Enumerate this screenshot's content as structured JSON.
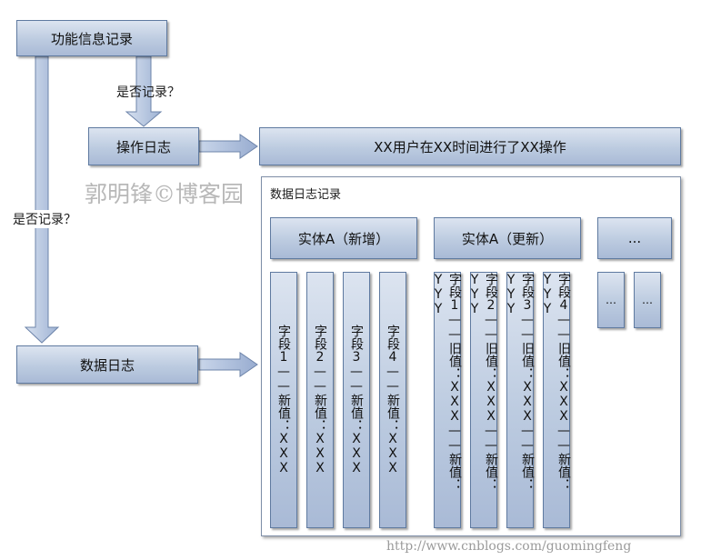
{
  "nodes": {
    "feature_log": "功能信息记录",
    "operation_log": "操作日志",
    "operation_detail": "XX用户在XX时间进行了XX操作",
    "data_log": "数据日志"
  },
  "edge_labels": {
    "record_q1": "是否记录？",
    "record_q2": "是否记录？"
  },
  "panel": {
    "title": "数据日志记录",
    "entity_new": "实体A（新增）",
    "entity_update": "实体A（更新）",
    "entity_more": "...",
    "new_fields": [
      "字段1——新值：XXX",
      "字段2——新值：XXX",
      "字段3——新值：XXX",
      "字段4——新值：XXX"
    ],
    "update_fields": [
      "字段1——旧值：XXX——新值：YYY",
      "字段2——旧值：XXX——新值：YYY",
      "字段3——旧值：XXX——新值：YYY",
      "字段4——旧值：XXX——新值：YYY"
    ],
    "more_fields": [
      "…",
      "…"
    ]
  },
  "watermark": "郭明锋©博客园",
  "source_url": "http://www.cnblogs.com/guomingfeng"
}
